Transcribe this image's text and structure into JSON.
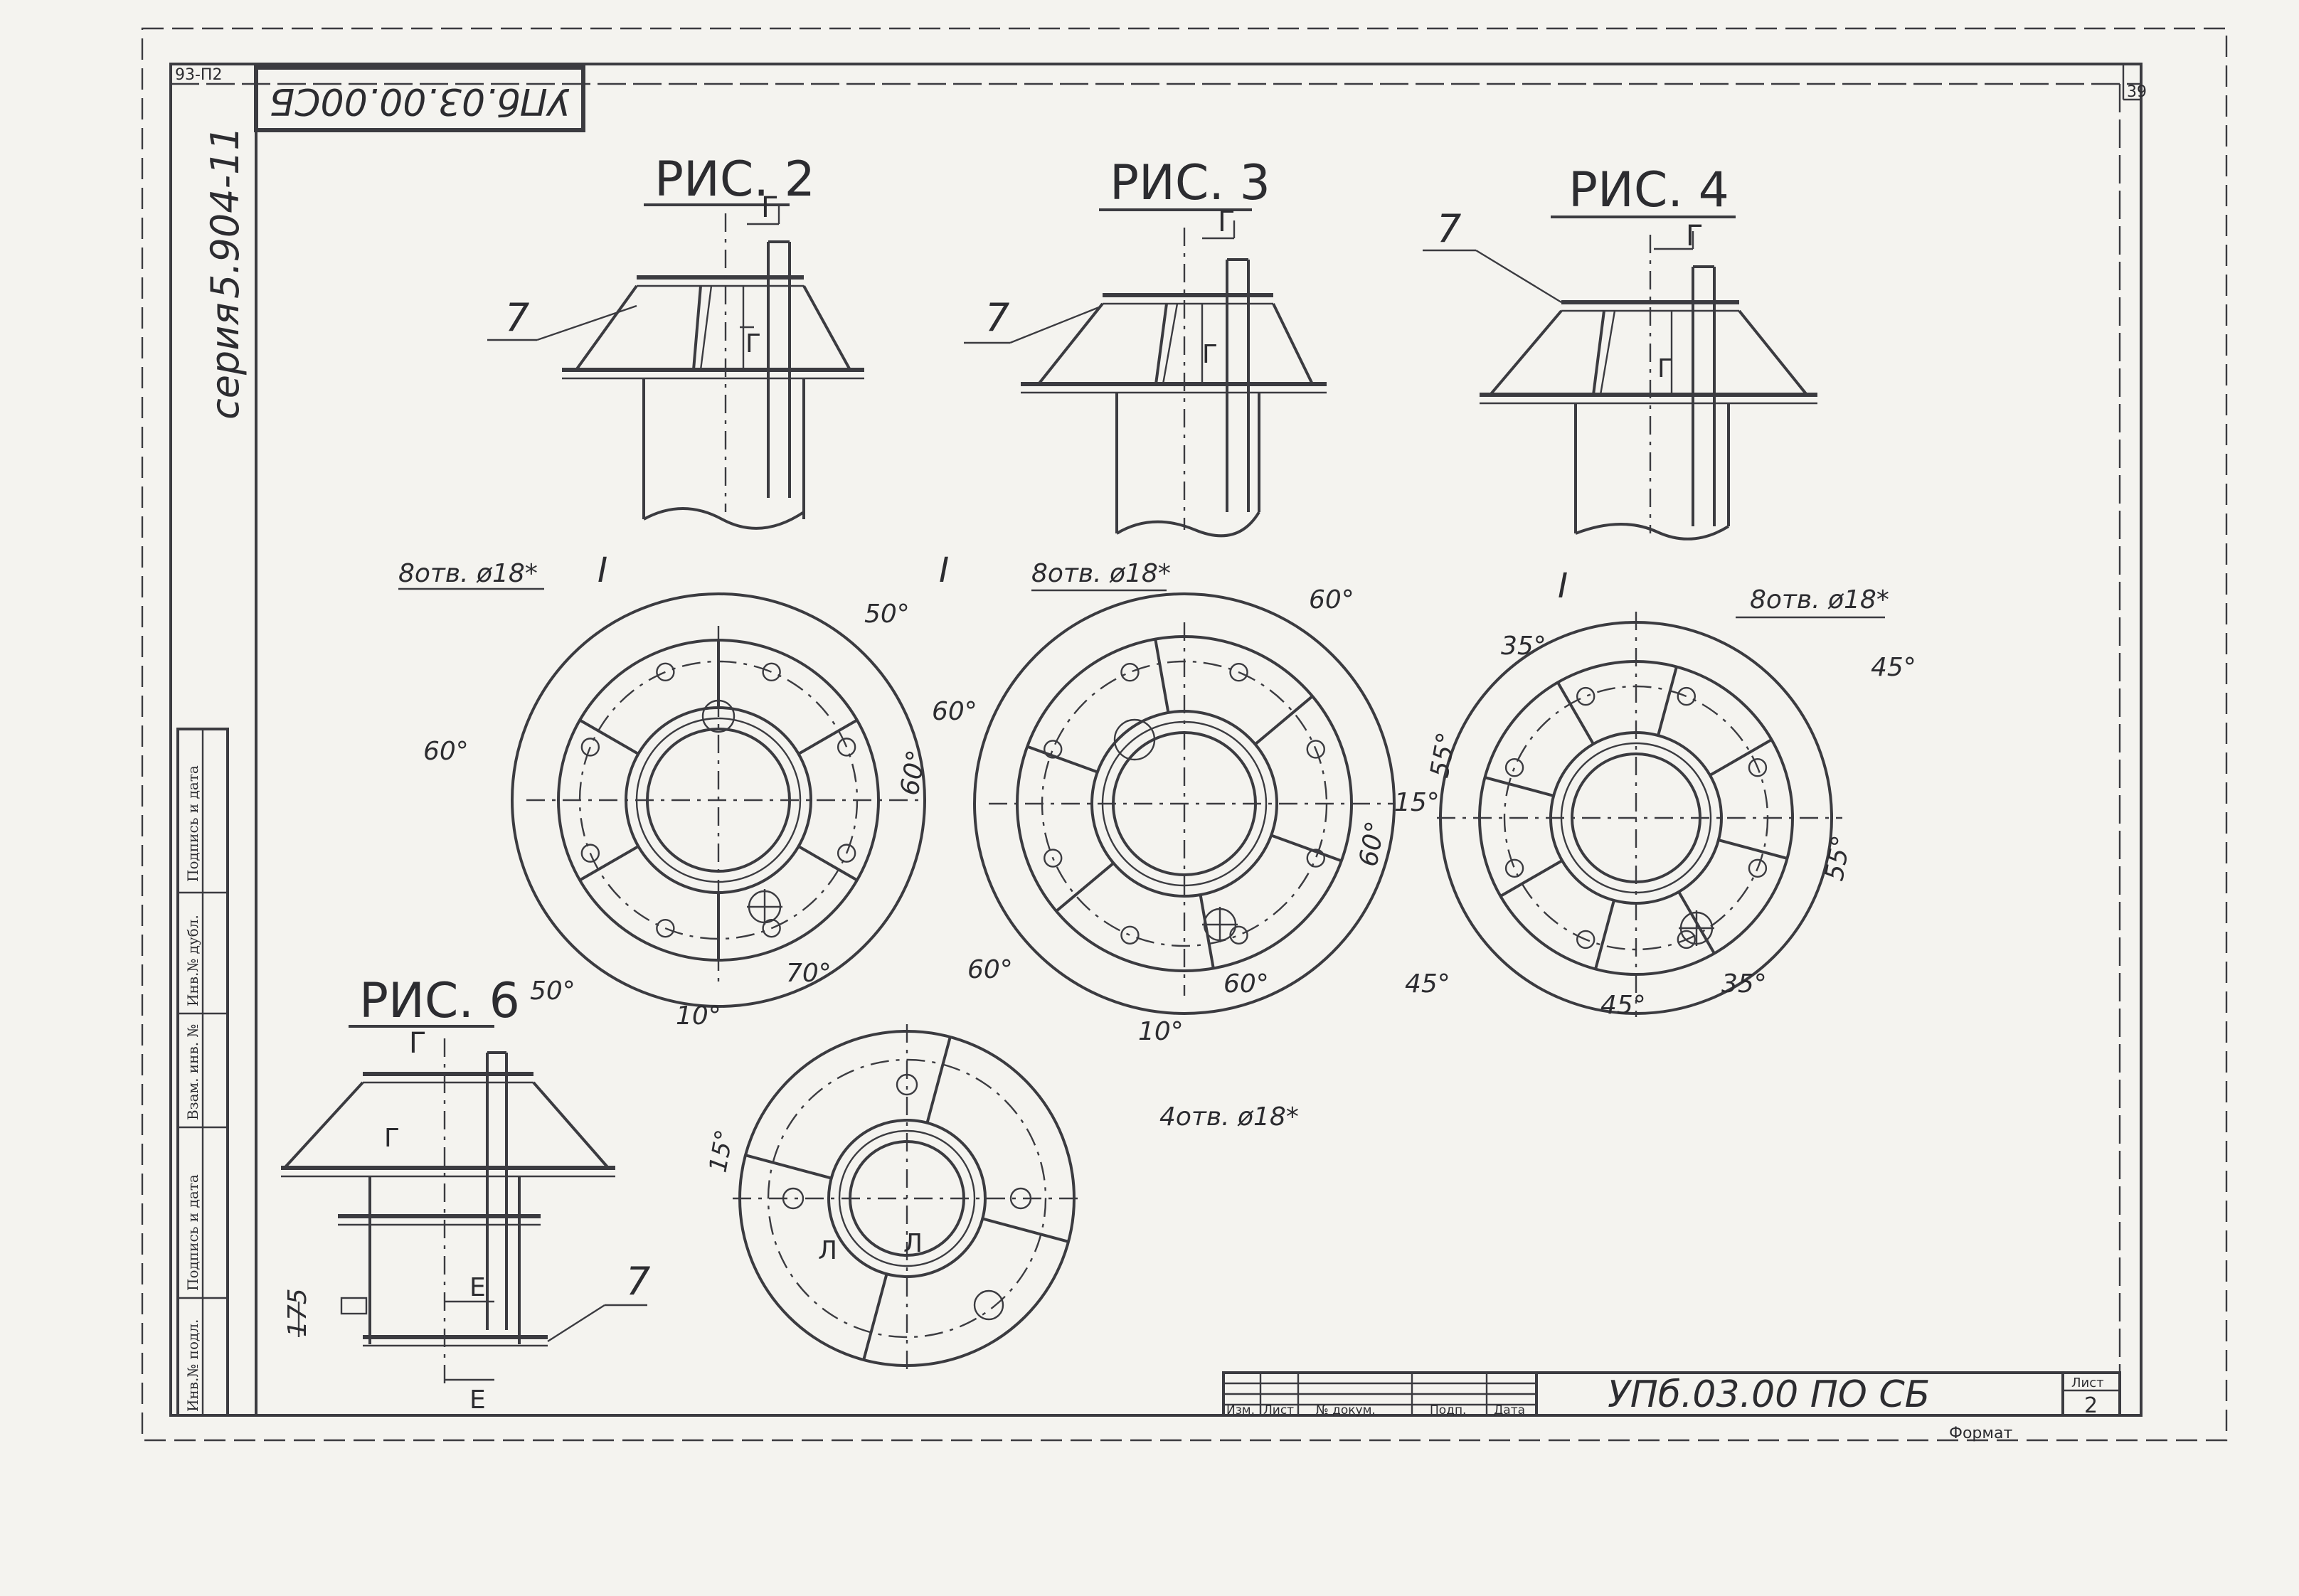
{
  "sheet": {
    "corner_tag": "93-П2",
    "top_right_number": "39",
    "rotated_code": "УПб.03.00.00СБ",
    "series_label": "серия",
    "series_number": "5.904-11"
  },
  "side_stamp": [
    "Подпись и дата",
    "Инв.№ дубл.",
    "Взам. инв. №",
    "Подпись и дата",
    "Инв.№ подл."
  ],
  "figures": {
    "fig2": "РИС. 2",
    "fig3": "РИС. 3",
    "fig4": "РИС. 4",
    "fig6": "РИС. 6"
  },
  "annotations": {
    "part7": "7",
    "section_g": "Г",
    "section_e": "Е",
    "section_l": "Л",
    "node_i": "I",
    "holes8": "8отв. ø18*",
    "holes4": "4отв. ø18*",
    "dim175": "175",
    "ang10": "10°",
    "ang15": "15°",
    "ang35": "35°",
    "ang45": "45°",
    "ang50": "50°",
    "ang55": "55°",
    "ang60": "60°",
    "ang70": "70°"
  },
  "title_block": {
    "headers": [
      "Изм.",
      "Лист",
      "№ докум.",
      "Подп.",
      "Дата"
    ],
    "doc_code": "УПб.03.00 ПО СБ",
    "sheet_label": "Лист",
    "sheet_number": "2",
    "format_label": "Формат"
  }
}
